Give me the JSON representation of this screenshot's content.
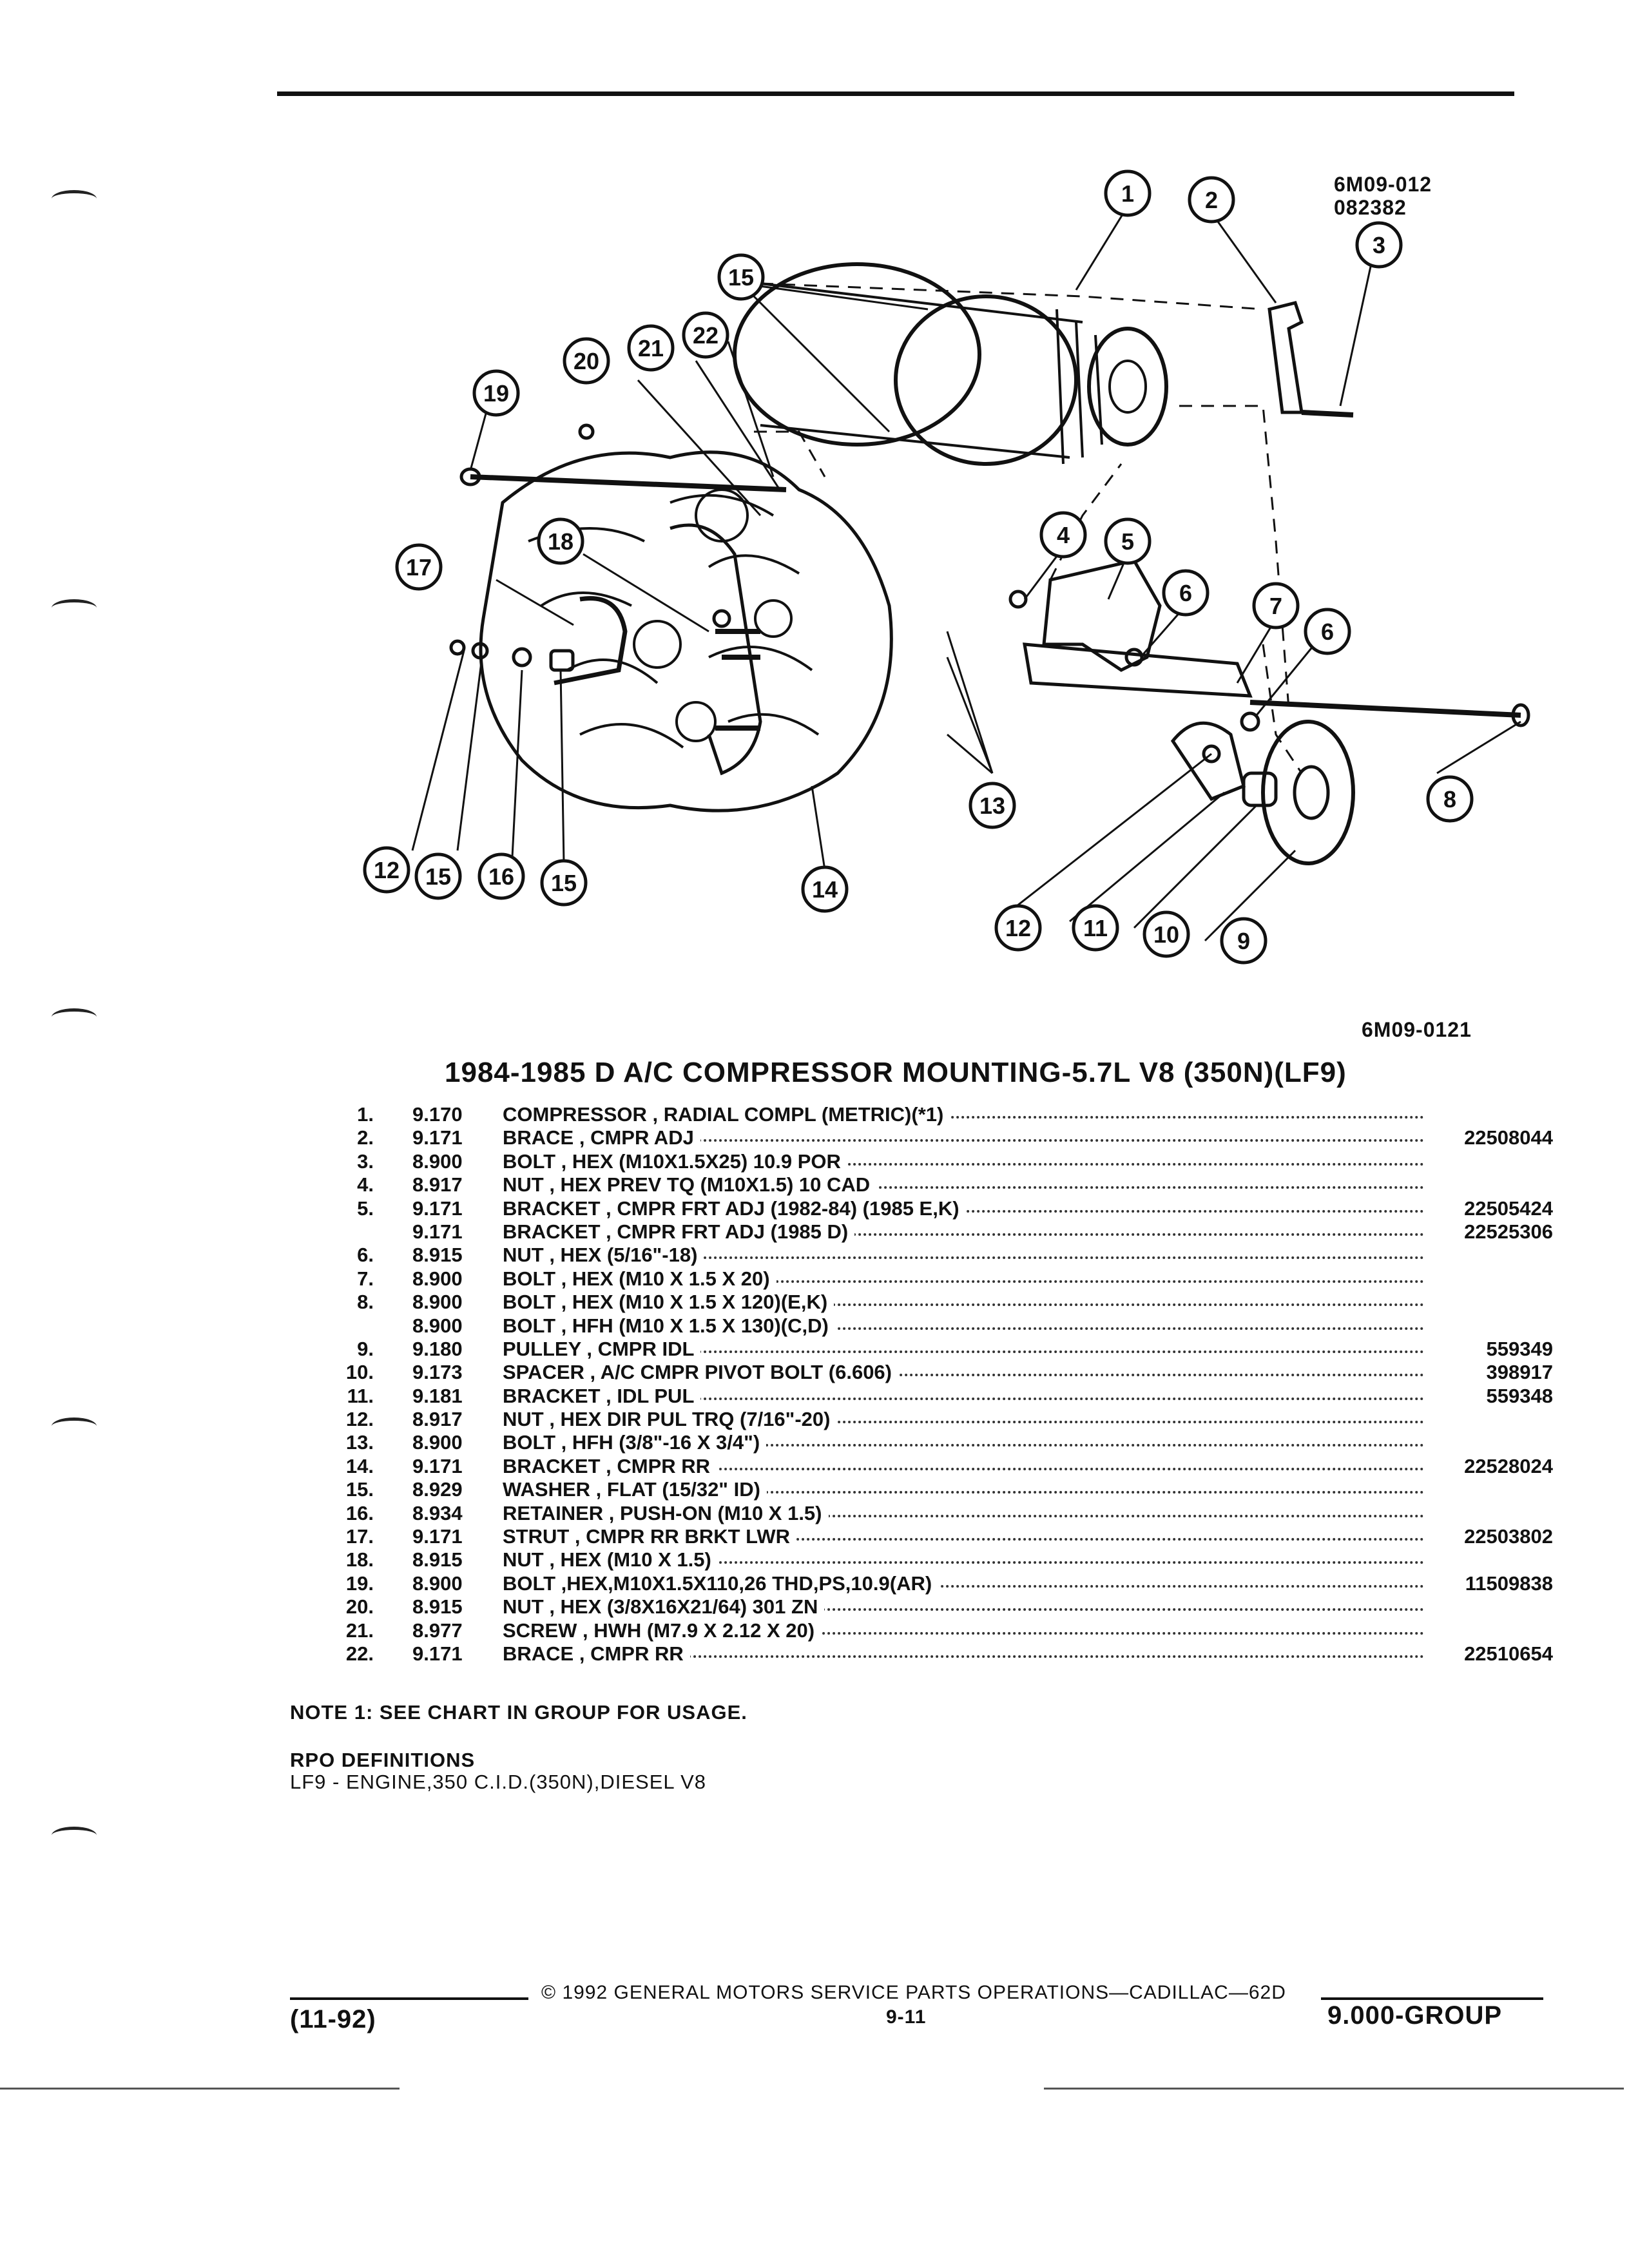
{
  "header": {
    "ref_code_1": "6M09-012",
    "ref_code_2": "082382"
  },
  "diagram": {
    "callouts": [
      "1",
      "2",
      "3",
      "4",
      "5",
      "6",
      "6",
      "7",
      "8",
      "9",
      "10",
      "11",
      "12",
      "12",
      "13",
      "14",
      "15",
      "15",
      "15",
      "16",
      "17",
      "18",
      "19",
      "20",
      "21",
      "22"
    ],
    "figure_code": "6M09-0121"
  },
  "title": "1984-1985 D A/C COMPRESSOR MOUNTING-5.7L V8 (350N)(LF9)",
  "parts": [
    {
      "num": "1.",
      "group": "9.170",
      "desc": "COMPRESSOR , RADIAL COMPL (METRIC)(*1)",
      "part_no": ""
    },
    {
      "num": "2.",
      "group": "9.171",
      "desc": "BRACE , CMPR ADJ",
      "part_no": "22508044"
    },
    {
      "num": "3.",
      "group": "8.900",
      "desc": "BOLT , HEX (M10X1.5X25) 10.9 POR",
      "part_no": ""
    },
    {
      "num": "4.",
      "group": "8.917",
      "desc": "NUT , HEX PREV TQ (M10X1.5) 10 CAD",
      "part_no": ""
    },
    {
      "num": "5.",
      "group": "9.171",
      "desc": "BRACKET , CMPR FRT ADJ (1982-84) (1985 E,K)",
      "part_no": "22505424"
    },
    {
      "num": "",
      "group": "9.171",
      "desc": "BRACKET , CMPR FRT ADJ (1985 D)",
      "part_no": "22525306"
    },
    {
      "num": "6.",
      "group": "8.915",
      "desc": "NUT , HEX (5/16\"-18)",
      "part_no": ""
    },
    {
      "num": "7.",
      "group": "8.900",
      "desc": "BOLT , HEX (M10 X 1.5 X 20)",
      "part_no": ""
    },
    {
      "num": "8.",
      "group": "8.900",
      "desc": "BOLT , HEX (M10 X 1.5 X 120)(E,K)",
      "part_no": ""
    },
    {
      "num": "",
      "group": "8.900",
      "desc": "BOLT , HFH (M10 X 1.5 X 130)(C,D)",
      "part_no": ""
    },
    {
      "num": "9.",
      "group": "9.180",
      "desc": "PULLEY , CMPR IDL",
      "part_no": "559349"
    },
    {
      "num": "10.",
      "group": "9.173",
      "desc": "SPACER , A/C CMPR PIVOT BOLT (6.606)",
      "part_no": "398917"
    },
    {
      "num": "11.",
      "group": "9.181",
      "desc": "BRACKET , IDL PUL",
      "part_no": "559348"
    },
    {
      "num": "12.",
      "group": "8.917",
      "desc": "NUT , HEX DIR PUL TRQ (7/16\"-20)",
      "part_no": ""
    },
    {
      "num": "13.",
      "group": "8.900",
      "desc": "BOLT , HFH (3/8\"-16 X 3/4\")",
      "part_no": ""
    },
    {
      "num": "14.",
      "group": "9.171",
      "desc": "BRACKET , CMPR RR",
      "part_no": "22528024"
    },
    {
      "num": "15.",
      "group": "8.929",
      "desc": "WASHER , FLAT (15/32\" ID)",
      "part_no": ""
    },
    {
      "num": "16.",
      "group": "8.934",
      "desc": "RETAINER , PUSH-ON (M10 X 1.5)",
      "part_no": ""
    },
    {
      "num": "17.",
      "group": "9.171",
      "desc": "STRUT , CMPR RR BRKT LWR",
      "part_no": "22503802"
    },
    {
      "num": "18.",
      "group": "8.915",
      "desc": "NUT , HEX (M10 X 1.5)",
      "part_no": ""
    },
    {
      "num": "19.",
      "group": "8.900",
      "desc": "BOLT ,HEX,M10X1.5X110,26 THD,PS,10.9(AR)",
      "part_no": "11509838"
    },
    {
      "num": "20.",
      "group": "8.915",
      "desc": "NUT , HEX (3/8X16X21/64) 301 ZN",
      "part_no": ""
    },
    {
      "num": "21.",
      "group": "8.977",
      "desc": "SCREW , HWH (M7.9 X 2.12 X 20)",
      "part_no": ""
    },
    {
      "num": "22.",
      "group": "9.171",
      "desc": "BRACE , CMPR RR",
      "part_no": "22510654"
    }
  ],
  "notes": {
    "note1": "NOTE 1: SEE CHART IN GROUP FOR USAGE.",
    "rpo_heading": "RPO DEFINITIONS",
    "rpo_lf9": "LF9 - ENGINE,350 C.I.D.(350N),DIESEL V8"
  },
  "footer": {
    "copyright": "© 1992 GENERAL MOTORS SERVICE PARTS OPERATIONS—CADILLAC—62D",
    "date_code": "(11-92)",
    "page_no": "9-11",
    "group": "9.000-GROUP"
  }
}
